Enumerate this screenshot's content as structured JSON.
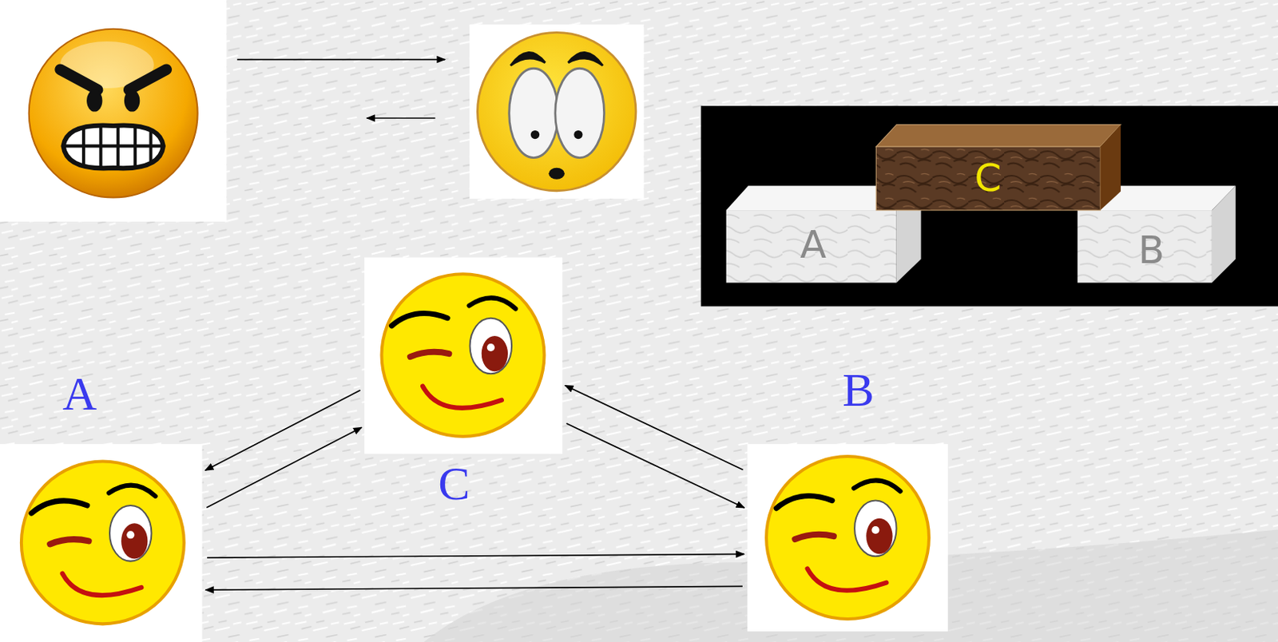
{
  "diagram": {
    "nodes": [
      {
        "text": [
          "A"
        ]
      },
      {
        "text": [
          "C"
        ]
      },
      {
        "text": [
          "B"
        ]
      }
    ],
    "edges": [
      {
        "from": 0,
        "to": 1,
        "arrow": "to"
      },
      {
        "from": 1,
        "to": 0,
        "arrow": "to"
      },
      {
        "from": 1,
        "to": 2,
        "arrow": "to"
      },
      {
        "from": 2,
        "to": 1,
        "arrow": "to"
      },
      {
        "from": 0,
        "to": 2,
        "arrow": "to"
      },
      {
        "from": 2,
        "to": 0,
        "arrow": "to"
      }
    ],
    "labels": [
      "A",
      "B",
      "C"
    ]
  }
}
